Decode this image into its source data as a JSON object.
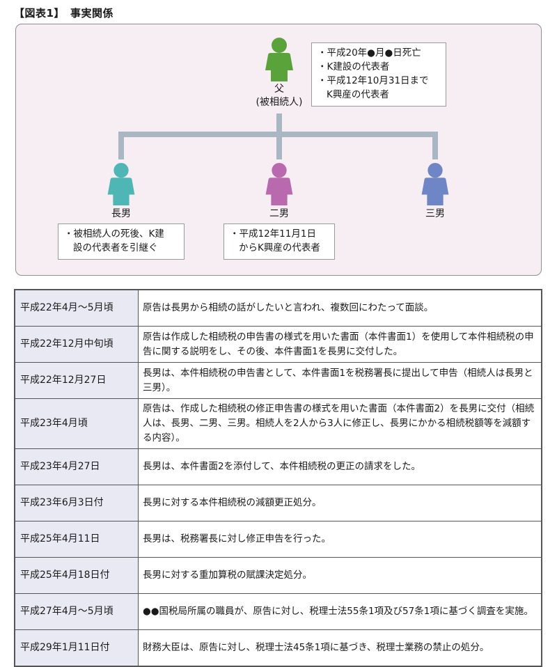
{
  "figure_title": "【図表1】　事実関係",
  "father": {
    "label_line1": "父",
    "label_line2": "(被相続人)",
    "color": "#5aa33a",
    "note_lines": [
      "・平成20年●月●日死亡",
      "・K建設の代表者",
      "・平成12年10月31日まで",
      "K興産の代表者"
    ]
  },
  "children": [
    {
      "label": "長男",
      "color": "#4fb6b6",
      "note_lines": [
        "・被相続人の死後、K建",
        "設の代表者を引継ぐ"
      ]
    },
    {
      "label": "二男",
      "color": "#b96aae",
      "note_lines": [
        "・平成12年11月1日",
        "からK興産の代表者"
      ]
    },
    {
      "label": "三男",
      "color": "#6f86c6",
      "note_lines": []
    }
  ],
  "connector_color": "#a9b7c2",
  "timeline": [
    {
      "date": "平成22年4月～5月頃",
      "text": "原告は長男から相続の話がしたいと言われ、複数回にわたって面談。"
    },
    {
      "date": "平成22年12月中旬頃",
      "text": "原告は作成した相続税の申告書の様式を用いた書面（本件書面1）を使用して本件相続税の申告に関する説明をし、その後、本件書面1を長男に交付した。"
    },
    {
      "date": "平成22年12月27日",
      "text": "長男は、本件相続税の申告書として、本件書面1を税務署長に提出して申告（相続人は長男と三男）。"
    },
    {
      "date": "平成23年4月頃",
      "text": "原告は、作成した相続税の修正申告書の様式を用いた書面（本件書面2）を長男に交付（相続人は、長男、二男、三男。相続人を2人から3人に修正し、長男にかかる相続税額等を減額する内容）。"
    },
    {
      "date": "平成23年4月27日",
      "text": "長男は、本件書面2を添付して、本件相続税の更正の請求をした。"
    },
    {
      "date": "平成23年6月3日付",
      "text": "長男に対する本件相続税の減額更正処分。"
    },
    {
      "date": "平成25年4月11日",
      "text": "長男は、税務署長に対し修正申告を行った。"
    },
    {
      "date": "平成25年4月18日付",
      "text": "長男に対する重加算税の賦課決定処分。"
    },
    {
      "date": "平成27年4月～5月頃",
      "text": "●●国税局所属の職員が、原告に対し、税理士法55条1項及び57条1項に基づく調査を実施。"
    },
    {
      "date": "平成29年1月11日付",
      "text": "財務大臣は、原告に対し、税理士法45条1項に基づき、税理士業務の禁止の処分。"
    }
  ]
}
